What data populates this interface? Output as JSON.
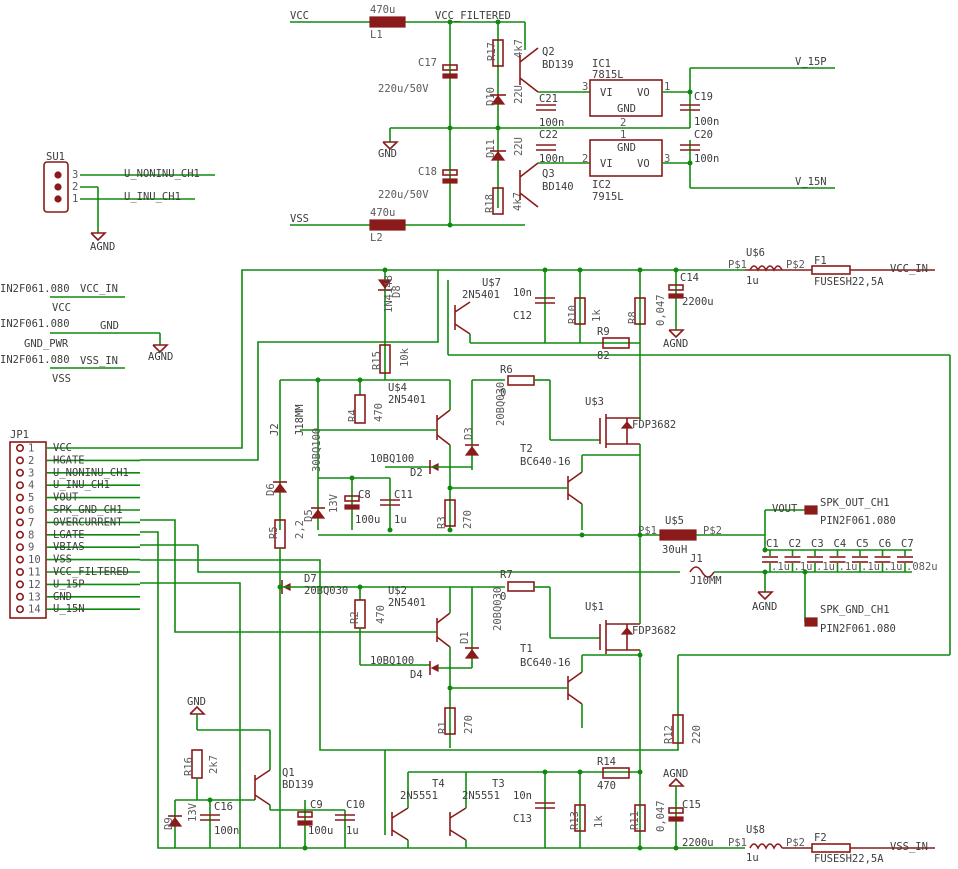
{
  "nets": {
    "vcc": "VCC",
    "vcc_filtered": "VCC_FILTERED",
    "vss": "VSS",
    "gnd": "GND",
    "v15p": "V_15P",
    "v15n": "V_15N",
    "u_noninv": "U_NONINU_CH1",
    "u_inv": "U_INU_CH1",
    "agnd": "AGND",
    "vcc_in": "VCC_IN",
    "vss_in": "VSS_IN",
    "gnd_pwr": "GND_PWR",
    "pin_vcc": "IN2F061.080",
    "pin_gnd": "IN2F061.080",
    "pin_vss": "IN2F061.080",
    "vout": "VOUT",
    "spk_out": "SPK_OUT_CH1",
    "spk_gnd": "SPK_GND_CH1",
    "spk_out_pin": "PIN2F061.080",
    "spk_gnd_pin": "PIN2F061.080"
  },
  "components": {
    "L1": "L1",
    "L1v": "470u",
    "L2": "L2",
    "L2v": "470u",
    "C17": "C17",
    "C17v": "220u/50V",
    "C18": "C18",
    "C18v": "220u/50V",
    "R17": "R17",
    "R17v": "4k7",
    "R18": "R18",
    "R18v": "4k7",
    "Q2": "Q2",
    "Q2v": "BD139",
    "Q3": "Q3",
    "Q3v": "BD140",
    "D10": "D10",
    "D10v": "22U",
    "D11": "D11",
    "D11v": "22U",
    "C21": "C21",
    "C21v": "100n",
    "C22": "C22",
    "C22v": "100n",
    "IC1": "IC1",
    "IC1v": "7815L",
    "IC2": "IC2",
    "IC2v": "7915L",
    "C19": "C19",
    "C19v": "100n",
    "C20": "C20",
    "C20v": "100n",
    "vi": "VI",
    "vo": "VO",
    "gndpin": "GND",
    "SU1": "SU1",
    "JP1": "JP1",
    "U6": "U$6",
    "U6v": "1u",
    "F1": "F1",
    "F1v": "FUSESH22,5A",
    "U7": "U$7",
    "U7v": "2N5401",
    "C12": "C12",
    "C12v": "10n",
    "R10": "R10",
    "R10v": "1k",
    "R8": "R8",
    "R8v": "0,047",
    "C14": "C14",
    "C14v": "2200u",
    "R9": "R9",
    "R9v": "82",
    "D8": "D8",
    "D8v": "1N4148",
    "R15": "R15",
    "R15v": "10k",
    "U4": "U$4",
    "U4v": "2N5401",
    "R4": "R4",
    "R4v": "470",
    "J2": "J2",
    "J2v": "J18MM",
    "D3": "D3",
    "D3v": "20BQ030",
    "R6": "R6",
    "R6v": "0",
    "U3": "U$3",
    "U3v": "FDP3682",
    "T2": "T2",
    "T2v": "BC640-16",
    "D2": "D2",
    "D2v": "10BQ100",
    "D6": "D6",
    "D6v": "30BQ100",
    "D5": "D5",
    "D5v": "13V",
    "C8": "C8",
    "C8v": "100u",
    "C11": "C11",
    "C11v": "1u",
    "R3": "R3",
    "R3v": "270",
    "R5": "R5",
    "R5v": "2,2",
    "U5": "U$5",
    "U5v": "30uH",
    "C1": "C1",
    "C2": "C2",
    "C3": "C3",
    "C4": "C4",
    "C5": "C5",
    "C6": "C6",
    "C7": "C7",
    "c1v": ".1u",
    "c7v": ".082u",
    "J1": "J1",
    "J1v": "J10MM",
    "D7": "D7",
    "D7v": "20BQ030",
    "U2": "U$2",
    "U2v": "2N5401",
    "R2": "R2",
    "R2v": "470",
    "R7": "R7",
    "R7v": "0",
    "D1": "D1",
    "D1v": "20BQ030",
    "U1": "U$1",
    "U1v": "FDP3682",
    "D4": "D4",
    "D4v": "10BQ100",
    "T1": "T1",
    "T1v": "BC640-16",
    "R1": "R1",
    "R1v": "270",
    "R12": "R12",
    "R12v": "220",
    "R16": "R16",
    "R16v": "2k7",
    "D9": "D9",
    "D9v": "13V",
    "C16": "C16",
    "C16v": "100n",
    "Q1": "Q1",
    "Q1v": "BD139",
    "C9": "C9",
    "C9v": "100u",
    "C10": "C10",
    "C10v": "1u",
    "T4": "T4",
    "T4v": "2N5551",
    "T3": "T3",
    "T3v": "2N5551",
    "C13": "C13",
    "C13v": "10n",
    "R13": "R13",
    "R13v": "1k",
    "R14": "R14",
    "R14v": "470",
    "R11": "R11",
    "R11v": "0,047",
    "C15": "C15",
    "C15v": "2200u",
    "U8": "U$8",
    "U8v": "1u",
    "F2": "F2",
    "F2v": "FUSESH22,5A",
    "p1": "P$1",
    "p2": "P$2"
  },
  "su1_pins": [
    "3",
    "2",
    "1"
  ],
  "jp1": {
    "pins": [
      "1",
      "2",
      "3",
      "4",
      "5",
      "6",
      "7",
      "8",
      "9",
      "10",
      "11",
      "12",
      "13",
      "14"
    ],
    "signals": [
      "VCC",
      "HGATE",
      "U_NONINU_CH1",
      "U_INU_CH1",
      "VOUT",
      "SPK_GND_CH1",
      "OVERCURRENT",
      "LGATE",
      "VBIAS",
      "VSS",
      "VCC_FILTERED",
      "U_15P",
      "GND",
      "U_15N"
    ]
  },
  "pin_numbers": {
    "one": "1",
    "two": "2",
    "three": "3"
  }
}
